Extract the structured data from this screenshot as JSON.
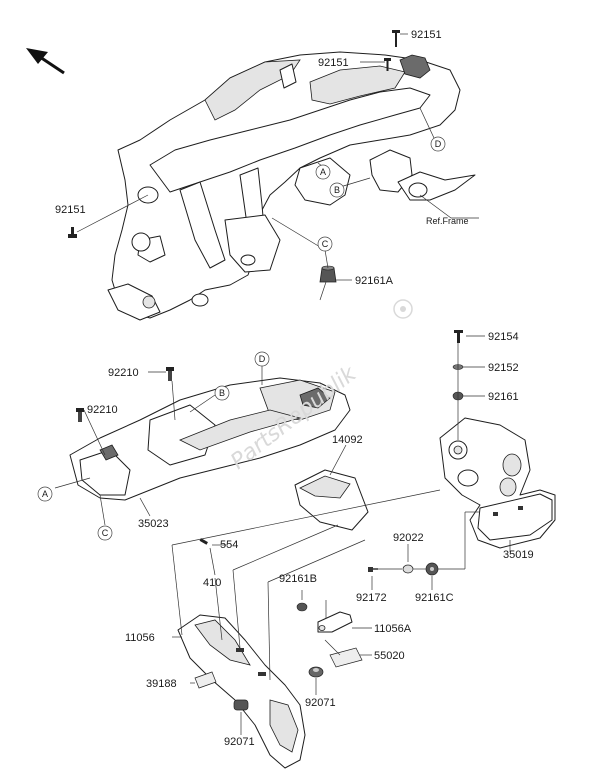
{
  "labels": {
    "p92151_a": "92151",
    "p92151_b": "92151",
    "p92151_c": "92151",
    "ref_frame": "Ref.Frame",
    "p92161a": "92161A",
    "p92154": "92154",
    "p92152": "92152",
    "p92161": "92161",
    "p92210_a": "92210",
    "p92210_b": "92210",
    "p14092": "14092",
    "p35023": "35023",
    "p554": "554",
    "p410": "410",
    "p92022": "92022",
    "p92161b": "92161B",
    "p92172": "92172",
    "p92161c": "92161C",
    "p35019": "35019",
    "p11056": "11056",
    "p11056a": "11056A",
    "p55020": "55020",
    "p39188": "39188",
    "p92071_a": "92071",
    "p92071_b": "92071"
  },
  "circle_refs": {
    "a_top": "A",
    "b_top": "B",
    "c_top": "C",
    "d_top": "D",
    "d_mid": "D",
    "b_mid": "B",
    "a_bot": "A",
    "c_bot": "C"
  },
  "watermark": "PartsRepublik",
  "colors": {
    "line": "#1e1e1e",
    "watermark": "#d9d9d9",
    "background": "#ffffff"
  },
  "icons": {
    "direction": "arrow-up-left-icon"
  }
}
